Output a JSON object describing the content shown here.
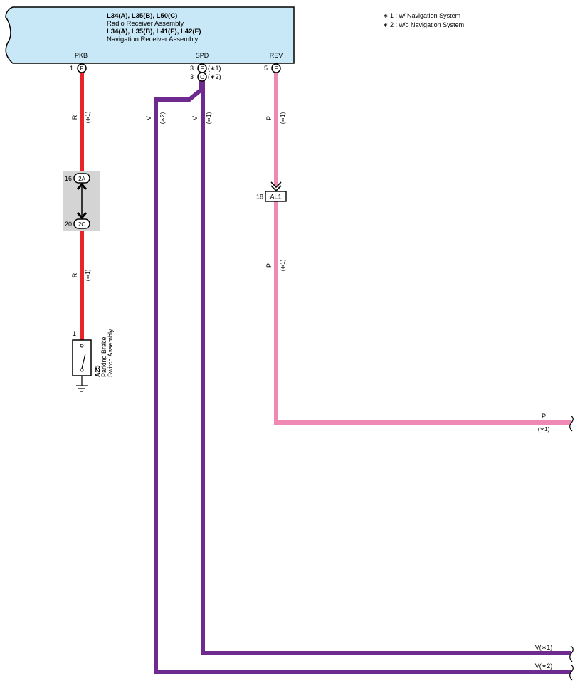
{
  "header": {
    "line1": "L34(A), L35(B), L50(C)",
    "line2": "Radio Receiver Assembly",
    "line3": "L34(A), L35(B), L41(E), L42(F)",
    "line4": "Navigation Receiver Assembly"
  },
  "legend": {
    "note1": "∗ 1 : w/ Navigation System",
    "note2": "∗ 2 : w/o Navigation System"
  },
  "terminals": {
    "pkb": {
      "name": "PKB",
      "pin": "1",
      "conn": "F"
    },
    "spd1": {
      "name": "SPD",
      "pin": "3",
      "conn": "F",
      "note": "(∗1)"
    },
    "spd2": {
      "pin": "3",
      "conn": "C",
      "note": "(∗2)"
    },
    "rev": {
      "name": "REV",
      "pin": "5",
      "conn": "F"
    }
  },
  "junction": {
    "top_pin": "16",
    "top_conn": "2A",
    "bottom_pin": "20",
    "bottom_conn": "2C"
  },
  "al1": {
    "pin": "18",
    "label": "AL1"
  },
  "switch": {
    "pin": "1",
    "code": "A25",
    "name1": "Parking Brake",
    "name2": "Switch Assembly"
  },
  "wire_labels": {
    "red_color": "R",
    "red_note": "(∗1)",
    "v2_color": "V",
    "v2_note": "(∗2)",
    "v1_color": "V",
    "v1_note": "(∗1)",
    "pink_color": "P",
    "pink_note": "(∗1)",
    "pink_out": "P",
    "pink_out_note": "(∗1)",
    "v_out1": "V(∗1)",
    "v_out2": "V(∗2)"
  },
  "colors": {
    "red": "#e8242b",
    "pink": "#f088b6",
    "purple": "#6e2a8e",
    "header_bg": "#c8e8f8",
    "junction_bg": "#d4d4d4"
  }
}
